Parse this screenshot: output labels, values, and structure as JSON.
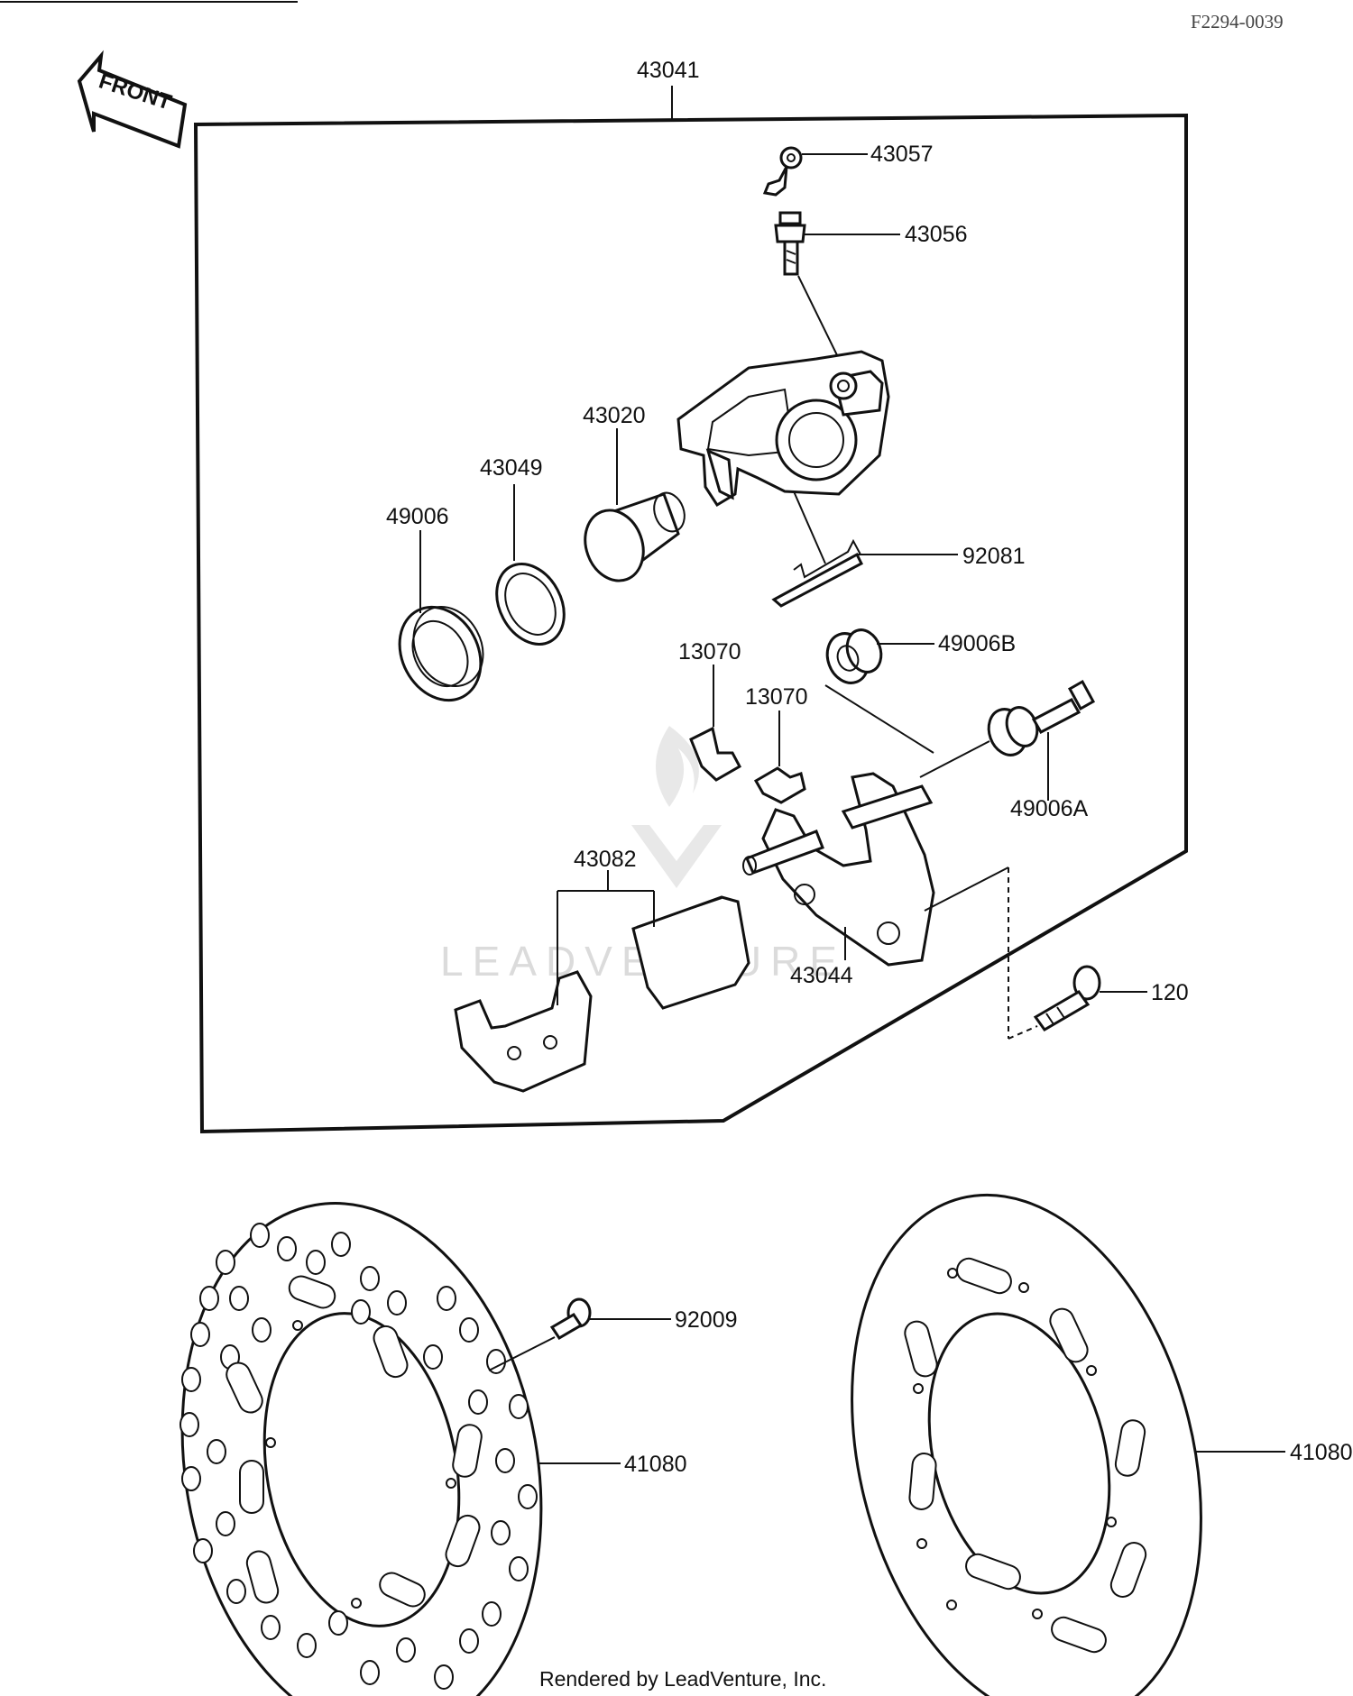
{
  "drawing_ref": "F2294-0039",
  "front_arrow_label": "FRONT",
  "assembly_label": "43041",
  "parts": {
    "p43057": "43057",
    "p43056": "43056",
    "p43020": "43020",
    "p43049": "43049",
    "p49006": "49006",
    "p92081": "92081",
    "p13070a": "13070",
    "p13070b": "13070",
    "p49006B": "49006B",
    "p49006A": "49006A",
    "p43082": "43082",
    "p43044": "43044",
    "p120": "120",
    "p92009": "92009",
    "p41080a": "41080",
    "p41080b": "41080"
  },
  "watermark": "LEADVENTURE",
  "footer": "Rendered by LeadVenture, Inc."
}
